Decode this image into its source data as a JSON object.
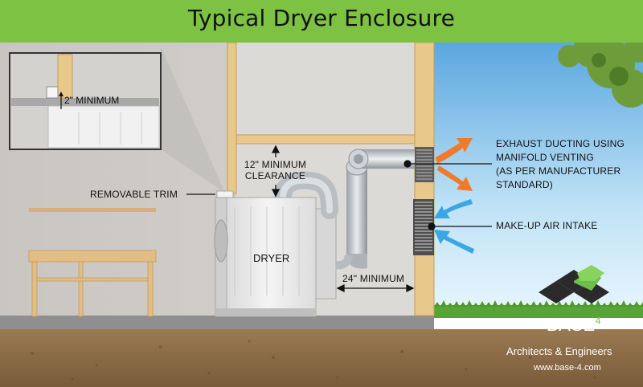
{
  "title": "Typical Dryer Enclosure",
  "labels": {
    "inset_minimum": "2\" MINIMUM",
    "clearance_line1": "12\" MINIMUM",
    "clearance_line2": "CLEARANCE",
    "removable_trim": "REMOVABLE TRIM",
    "dryer": "DRYER",
    "side_minimum": "24\" MINIMUM",
    "exhaust_line1": "EXHAUST DUCTING USING",
    "exhaust_line2": "MANIFOLD VENTING",
    "exhaust_line3": "(AS PER MANUFACTURER",
    "exhaust_line4": "STANDARD)",
    "makeup_air": "MAKE-UP AIR INTAKE"
  },
  "logo": {
    "brand": "BASE",
    "brand_sup": "4",
    "tagline": "Architects & Engineers",
    "url": "www.base-4.com"
  },
  "colors": {
    "title_bar": "#7dc242",
    "exhaust_arrow": "#f07a2a",
    "intake_arrow": "#3aa6e6",
    "ground": "#8a6a45"
  }
}
